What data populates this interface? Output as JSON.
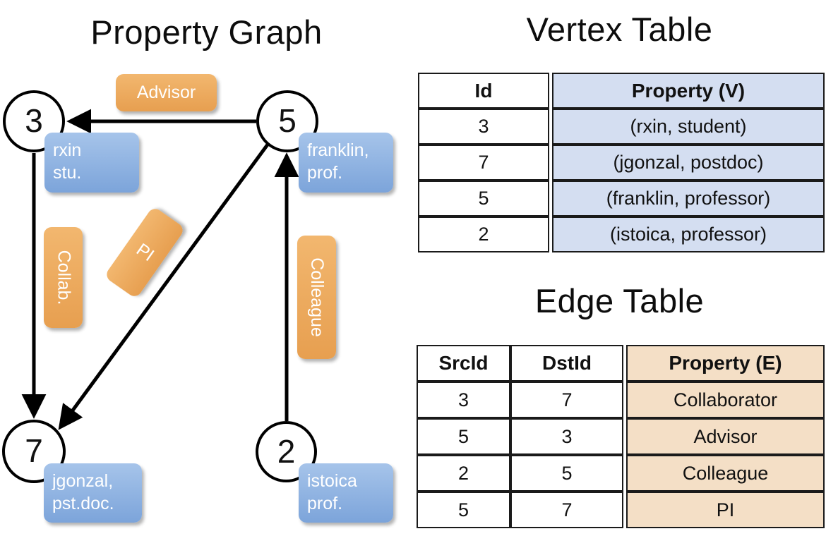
{
  "titles": {
    "property_graph": "Property Graph",
    "vertex_table": "Vertex Table",
    "edge_table": "Edge Table"
  },
  "colors": {
    "vertex_property_cell": "#d4def1",
    "edge_property_cell": "#f4dfc6",
    "node_box_blue": "#7ca4da",
    "edge_label_orange": "#e79f50",
    "border": "#1a1a1a",
    "background": "#ffffff"
  },
  "graph": {
    "vertices": [
      {
        "id": "3",
        "box_text": "rxin\nstu."
      },
      {
        "id": "5",
        "box_text": "franklin,\nprof."
      },
      {
        "id": "7",
        "box_text": "jgonzal,\npst.doc."
      },
      {
        "id": "2",
        "box_text": "istoica\nprof."
      }
    ],
    "edge_labels": [
      {
        "name": "advisor",
        "text": "Advisor"
      },
      {
        "name": "collab",
        "text": "Collab."
      },
      {
        "name": "pi",
        "text": "PI"
      },
      {
        "name": "colleague",
        "text": "Colleague"
      }
    ],
    "edges": [
      {
        "src": "5",
        "dst": "3",
        "label": "Advisor"
      },
      {
        "src": "3",
        "dst": "7",
        "label": "Collab."
      },
      {
        "src": "5",
        "dst": "7",
        "label": "PI"
      },
      {
        "src": "2",
        "dst": "5",
        "label": "Colleague"
      }
    ]
  },
  "vertex_table": {
    "headers": [
      "Id",
      "Property (V)"
    ],
    "rows": [
      {
        "id": "3",
        "property": "(rxin, student)"
      },
      {
        "id": "7",
        "property": "(jgonzal, postdoc)"
      },
      {
        "id": "5",
        "property": "(franklin, professor)"
      },
      {
        "id": "2",
        "property": "(istoica, professor)"
      }
    ]
  },
  "edge_table": {
    "headers": [
      "SrcId",
      "DstId",
      "Property (E)"
    ],
    "rows": [
      {
        "src": "3",
        "dst": "7",
        "property": "Collaborator"
      },
      {
        "src": "5",
        "dst": "3",
        "property": "Advisor"
      },
      {
        "src": "2",
        "dst": "5",
        "property": "Colleague"
      },
      {
        "src": "5",
        "dst": "7",
        "property": "PI"
      }
    ]
  }
}
